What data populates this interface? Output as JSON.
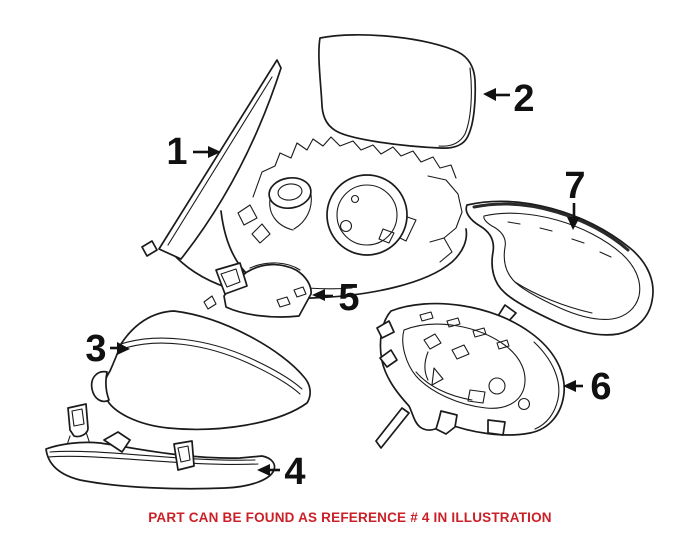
{
  "caption": {
    "text": "PART CAN BE FOUND AS REFERENCE # 4 IN ILLUSTRATION",
    "reference_number": "4"
  },
  "labels": [
    {
      "number": "1"
    },
    {
      "number": "2"
    },
    {
      "number": "3"
    },
    {
      "number": "4"
    },
    {
      "number": "5"
    },
    {
      "number": "6"
    },
    {
      "number": "7"
    }
  ],
  "colors": {
    "background": "#ffffff",
    "line": "#1b1b1b",
    "caption": "#cb2027",
    "label": "#111111"
  }
}
